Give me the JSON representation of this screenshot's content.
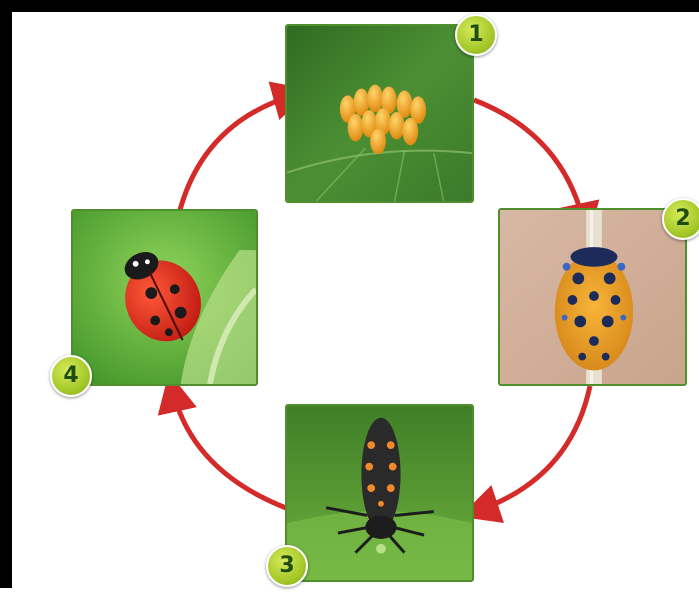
{
  "diagram": {
    "type": "life-cycle",
    "stages": [
      {
        "number": "1",
        "image": "ladybug-eggs-photo"
      },
      {
        "number": "2",
        "image": "ladybug-pupa-photo"
      },
      {
        "number": "3",
        "image": "ladybug-larva-photo"
      },
      {
        "number": "4",
        "image": "adult-ladybug-photo"
      }
    ],
    "arrow_color": "#d42a2a",
    "border_color": "#4f8f2e",
    "badge_color": "#a6c92a"
  }
}
